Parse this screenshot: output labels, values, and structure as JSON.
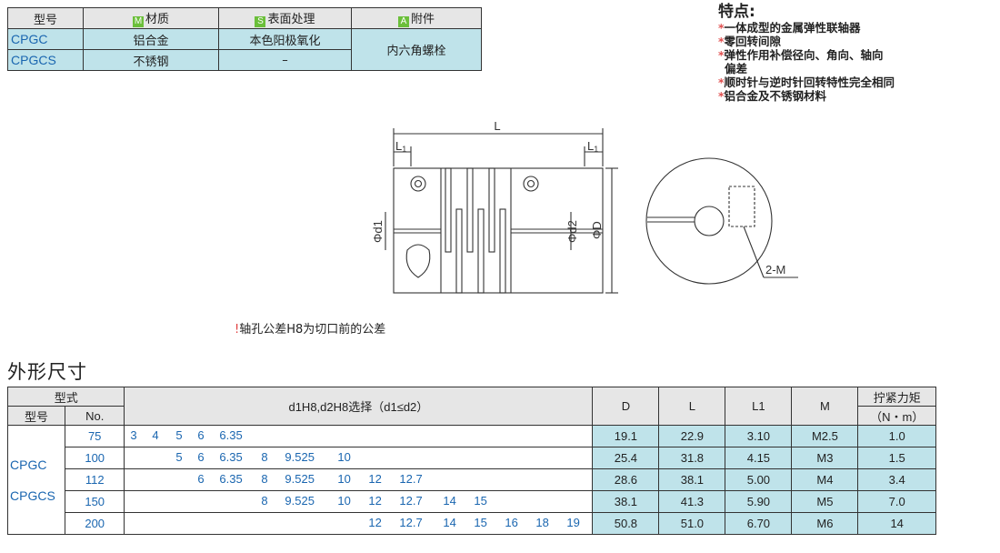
{
  "material_table": {
    "headers": {
      "model": "型号",
      "material_badge": "M",
      "material": "材质",
      "surface_badge": "S",
      "surface": "表面处理",
      "accessory_badge": "A",
      "accessory": "附件"
    },
    "rows": [
      {
        "code": "CPGC",
        "material": "铝合金",
        "surface": "本色阳极氧化"
      },
      {
        "code": "CPGCS",
        "material": "不锈钢",
        "surface": "–"
      }
    ],
    "accessory_value": "内六角螺栓",
    "colors": {
      "header_bg": "#e6e6e6",
      "cell_bg": "#bfe3ea",
      "code_text": "#1a66b0",
      "badge": "#6bbf3a"
    }
  },
  "features": {
    "title": "特点:",
    "marker": "*",
    "items": [
      "一体成型的金属弹性联轴器",
      "零回转间隙",
      "弹性作用补偿径向、角向、轴向",
      "偏差",
      "顺时针与逆时针回转特性完全相同",
      "铝合金及不锈钢材料"
    ]
  },
  "drawing": {
    "labels": {
      "L": "L",
      "L1_left": "L",
      "L1_right": "L",
      "sub1": "1",
      "d1": "Φd1",
      "d2": "Φd2",
      "D": "ΦD",
      "M": "2-M"
    }
  },
  "note": {
    "icon": "!",
    "text": "轴孔公差H8为切口前的公差"
  },
  "section_title": "外形尺寸",
  "dims_table": {
    "h_type": "型式",
    "h_model": "型号",
    "h_no": "No.",
    "h_select": "d1H8,d2H8选择（d1≤d2）",
    "h_D": "D",
    "h_L": "L",
    "h_L1": "L1",
    "h_M": "M",
    "h_torque": "拧紧力矩",
    "h_torque_unit": "（N・m）",
    "codes": [
      "CPGC",
      "CPGCS"
    ],
    "rows": [
      {
        "no": "75",
        "sizes": [
          "3",
          "4",
          "5",
          "6",
          "6.35"
        ],
        "D": "19.1",
        "L": "22.9",
        "L1": "3.10",
        "M": "M2.5",
        "torque": "1.0"
      },
      {
        "no": "100",
        "sizes": [
          "5",
          "6",
          "6.35",
          "8",
          "9.525",
          "10"
        ],
        "D": "25.4",
        "L": "31.8",
        "L1": "4.15",
        "M": "M3",
        "torque": "1.5"
      },
      {
        "no": "112",
        "sizes": [
          "6",
          "6.35",
          "8",
          "9.525",
          "10",
          "12",
          "12.7"
        ],
        "D": "28.6",
        "L": "38.1",
        "L1": "5.00",
        "M": "M4",
        "torque": "3.4"
      },
      {
        "no": "150",
        "sizes": [
          "8",
          "9.525",
          "10",
          "12",
          "12.7",
          "14",
          "15"
        ],
        "D": "38.1",
        "L": "41.3",
        "L1": "5.90",
        "M": "M5",
        "torque": "7.0"
      },
      {
        "no": "200",
        "sizes": [
          "12",
          "12.7",
          "14",
          "15",
          "16",
          "18",
          "19"
        ],
        "D": "50.8",
        "L": "51.0",
        "L1": "6.70",
        "M": "M6",
        "torque": "14"
      }
    ]
  }
}
